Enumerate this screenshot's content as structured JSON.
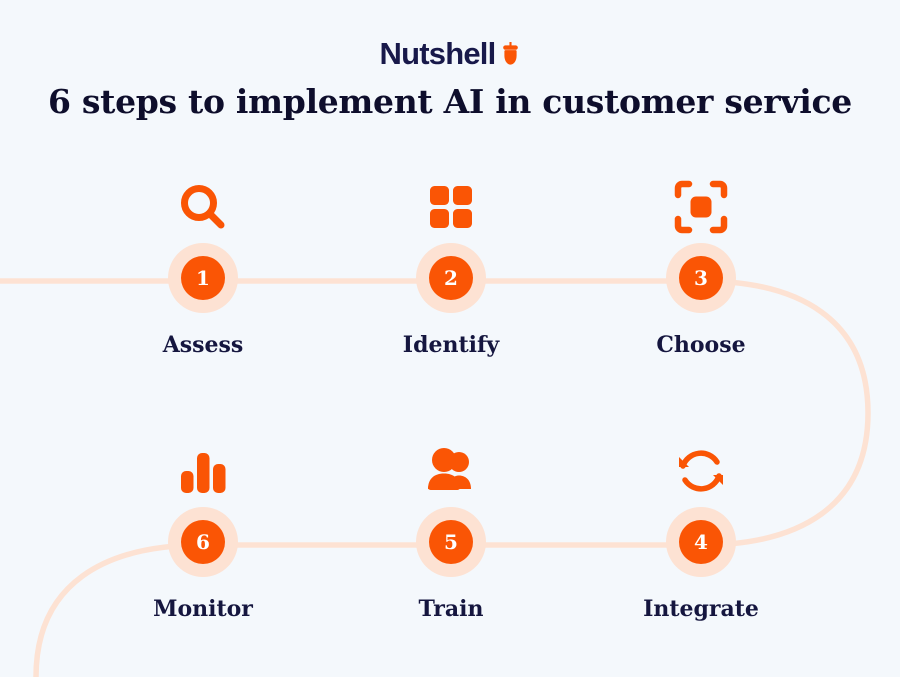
{
  "brand": {
    "name": "Nutshell",
    "logo_icon": "acorn-icon"
  },
  "header": {
    "title": "6 steps to implement AI in customer service"
  },
  "colors": {
    "background": "#f4f8fc",
    "accent_orange": "#fa5505",
    "accent_peach": "#fde2d3",
    "text_navy": "#15163f"
  },
  "steps": [
    {
      "number": "1",
      "label": "Assess",
      "icon": "magnifier-search-icon",
      "row": 1,
      "column": 1
    },
    {
      "number": "2",
      "label": "Identify",
      "icon": "grid-four-squares-icon",
      "row": 1,
      "column": 2
    },
    {
      "number": "3",
      "label": "Choose",
      "icon": "focus-select-frame-icon",
      "row": 1,
      "column": 3
    },
    {
      "number": "4",
      "label": "Integrate",
      "icon": "refresh-sync-arrows-icon",
      "row": 2,
      "column": 3
    },
    {
      "number": "5",
      "label": "Train",
      "icon": "two-users-icon",
      "row": 2,
      "column": 2
    },
    {
      "number": "6",
      "label": "Monitor",
      "icon": "bar-chart-icon",
      "row": 2,
      "column": 1
    }
  ]
}
